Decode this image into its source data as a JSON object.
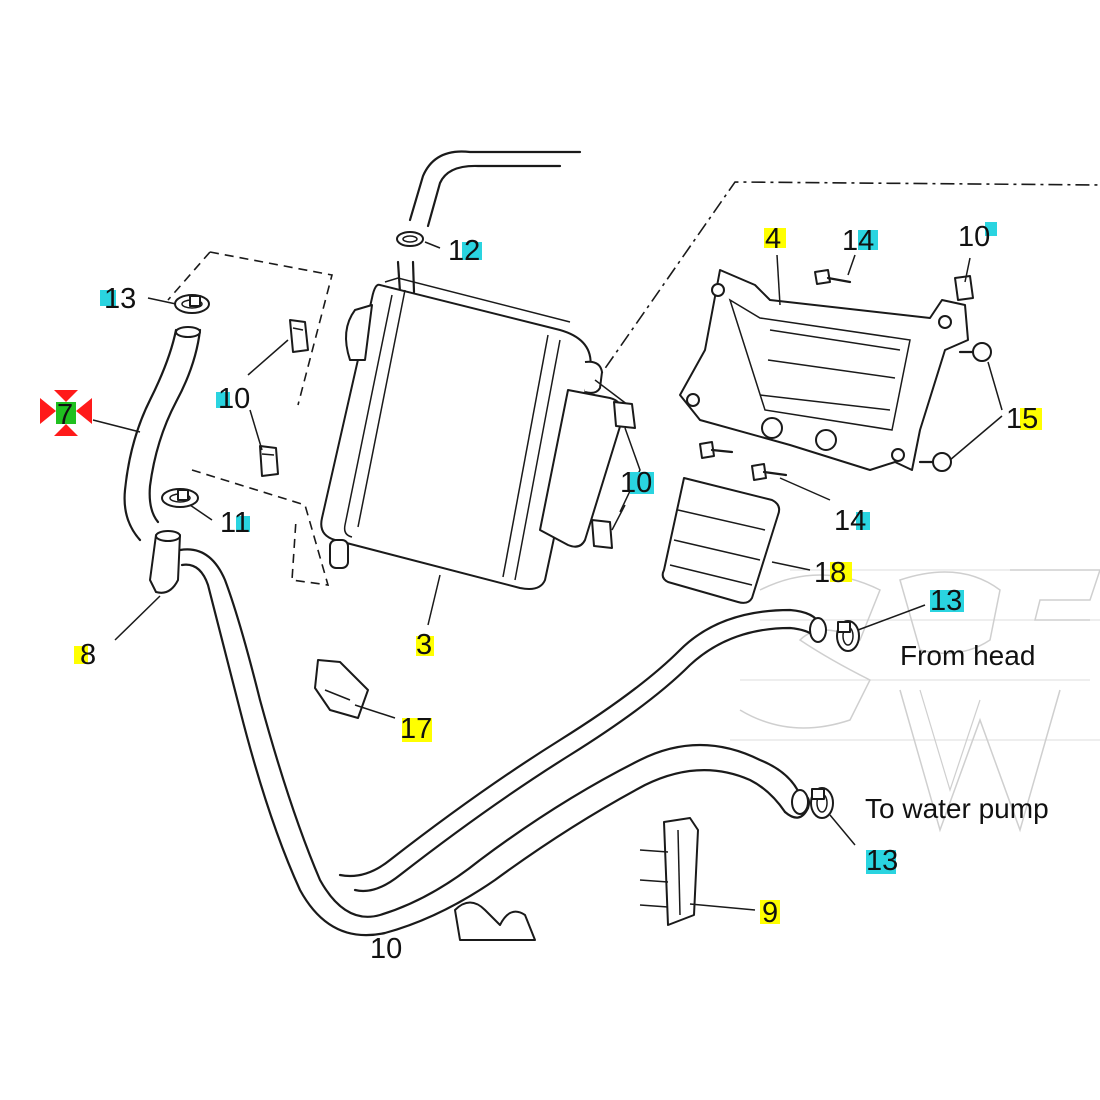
{
  "colors": {
    "background": "#ffffff",
    "line": "#1a1a1a",
    "highlight_yellow": "#ffff00",
    "highlight_cyan": "#2ad4e0",
    "marker_red": "#ff1a1a",
    "marker_green": "#20c020",
    "watermark": "#c8c8c8"
  },
  "callouts": [
    {
      "id": "c1",
      "text": "13",
      "highlight": "cyan"
    },
    {
      "id": "c2",
      "text": "7",
      "highlight": "green"
    },
    {
      "id": "c3",
      "text": "10",
      "highlight": "cyan"
    },
    {
      "id": "c4",
      "text": "11",
      "highlight": "cyan"
    },
    {
      "id": "c5",
      "text": "8",
      "highlight": "yellow"
    },
    {
      "id": "c6",
      "text": "12",
      "highlight": "cyan"
    },
    {
      "id": "c7",
      "text": "3",
      "highlight": "yellow"
    },
    {
      "id": "c8",
      "text": "4",
      "highlight": "yellow"
    },
    {
      "id": "c9",
      "text": "14",
      "highlight": "cyan"
    },
    {
      "id": "c10",
      "text": "10",
      "highlight": "cyan"
    },
    {
      "id": "c11",
      "text": "15",
      "highlight": "yellow"
    },
    {
      "id": "c12",
      "text": "10",
      "highlight": "cyan"
    },
    {
      "id": "c13",
      "text": "14",
      "highlight": "cyan"
    },
    {
      "id": "c14",
      "text": "18",
      "highlight": "yellow"
    },
    {
      "id": "c15",
      "text": "13",
      "highlight": "cyan"
    },
    {
      "id": "c16",
      "text": "17",
      "highlight": "yellow"
    },
    {
      "id": "c17",
      "text": "13",
      "highlight": "cyan"
    },
    {
      "id": "c18",
      "text": "9",
      "highlight": "yellow"
    }
  ],
  "notes": {
    "from_head": "From head",
    "to_water_pump": "To water pump"
  },
  "icons": {
    "selected_part_marker": "red-arrows-marker-icon"
  }
}
